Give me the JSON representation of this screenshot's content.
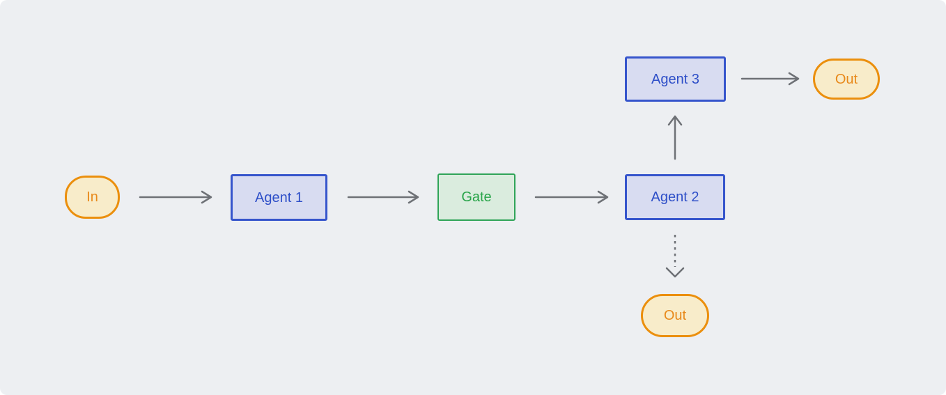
{
  "diagram": {
    "type": "flowchart",
    "background_color": "#EDEFF2",
    "arrow_color": "#6E7176",
    "nodes": [
      {
        "id": "in",
        "label": "In",
        "shape": "pill",
        "fill": "#F8ECCA",
        "border_color": "#EB8F0D",
        "text_color": "#E8891A"
      },
      {
        "id": "agent1",
        "label": "Agent 1",
        "shape": "rect",
        "fill": "#D8DCF1",
        "border_color": "#3655CC",
        "text_color": "#2E4FC8"
      },
      {
        "id": "gate",
        "label": "Gate",
        "shape": "rect",
        "fill": "#DAECDE",
        "border_color": "#2FA458",
        "text_color": "#28A449"
      },
      {
        "id": "agent2",
        "label": "Agent 2",
        "shape": "rect",
        "fill": "#D8DCF1",
        "border_color": "#3655CC",
        "text_color": "#2E4FC8"
      },
      {
        "id": "agent3",
        "label": "Agent 3",
        "shape": "rect",
        "fill": "#D8DCF1",
        "border_color": "#3655CC",
        "text_color": "#2E4FC8"
      },
      {
        "id": "out-top",
        "label": "Out",
        "shape": "pill",
        "fill": "#F8ECCA",
        "border_color": "#EB8F0D",
        "text_color": "#E8891A"
      },
      {
        "id": "out-bottom",
        "label": "Out",
        "shape": "pill",
        "fill": "#F8ECCA",
        "border_color": "#EB8F0D",
        "text_color": "#E8891A"
      }
    ],
    "edges": [
      {
        "from": "in",
        "to": "agent1",
        "style": "solid",
        "direction": "right"
      },
      {
        "from": "agent1",
        "to": "gate",
        "style": "solid",
        "direction": "right"
      },
      {
        "from": "gate",
        "to": "agent2",
        "style": "solid",
        "direction": "right"
      },
      {
        "from": "agent2",
        "to": "agent3",
        "style": "solid",
        "direction": "up"
      },
      {
        "from": "agent3",
        "to": "out-top",
        "style": "solid",
        "direction": "right"
      },
      {
        "from": "agent2",
        "to": "out-bottom",
        "style": "dashed",
        "direction": "down"
      }
    ]
  }
}
